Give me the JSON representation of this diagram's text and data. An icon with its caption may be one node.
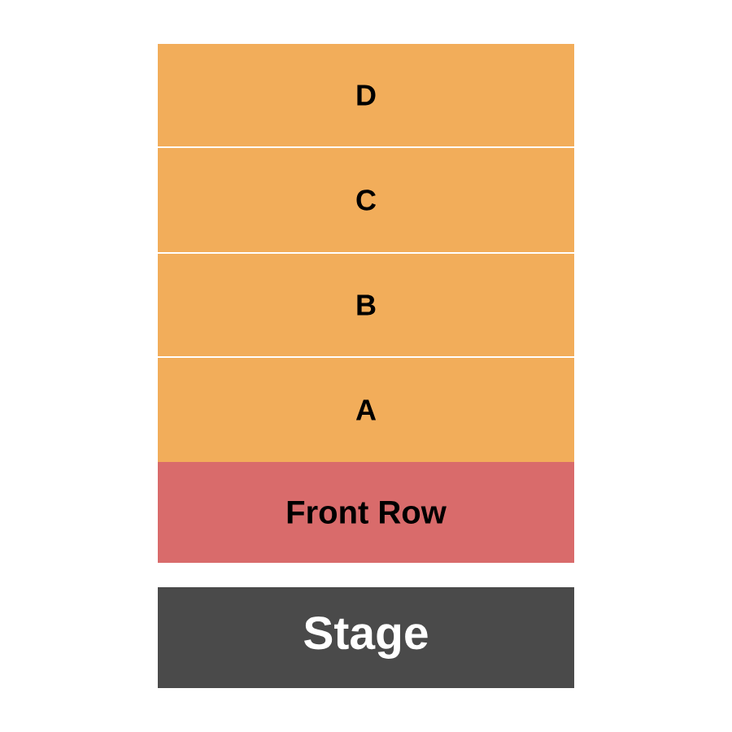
{
  "diagram": {
    "nodes": [
      {
        "text": [
          "D"
        ]
      },
      {
        "text": [
          "C"
        ]
      },
      {
        "text": [
          "B"
        ]
      },
      {
        "text": [
          "A"
        ]
      },
      {
        "text": [
          "Front Row"
        ]
      },
      {
        "text": [
          "Stage"
        ]
      }
    ]
  }
}
